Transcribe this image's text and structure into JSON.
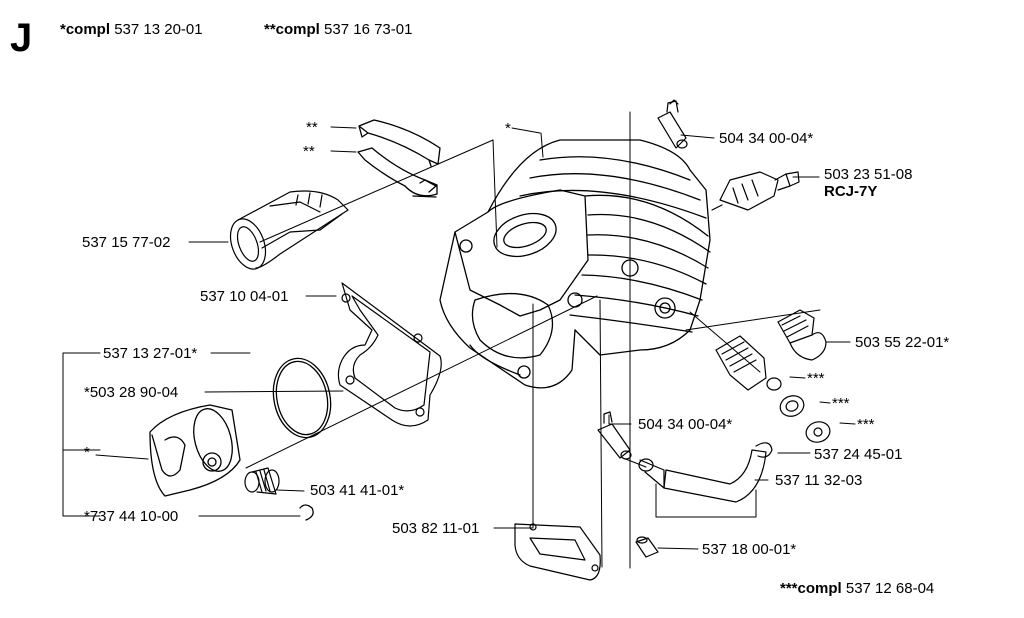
{
  "header": {
    "section_letter": "J",
    "kits": [
      {
        "prefix": "*compl",
        "number": "537 13 20-01"
      },
      {
        "prefix": "**compl",
        "number": "537 16 73-01"
      }
    ]
  },
  "footer": {
    "prefix": "***compl",
    "number": "537 12 68-04"
  },
  "callouts": {
    "star2_a": "**",
    "star2_b": "**",
    "star_cyl": "*",
    "p_537157702": "537 15 77-02",
    "p_537100401": "537 10 04-01",
    "p_537132701": "537 13 27-01*",
    "p_503289004": "*503 28 90-04",
    "star_piston": "*",
    "p_503414101": "503 41 41-01*",
    "p_737441000": "*737 44 10-00",
    "p_503821101": "503 82 11-01",
    "p_504340004_top": "504 34 00-04*",
    "p_503235108": "503 23 51-08",
    "p_rcj7y": "RCJ-7Y",
    "p_503552201": "503 55 22-01*",
    "star3_a": "***",
    "star3_b": "***",
    "star3_c": "***",
    "p_504340004_mid": "504 34 00-04*",
    "p_537244501": "537 24 45-01",
    "p_537113203": "537 11 32-03",
    "p_537180001": "537 18 00-01*"
  }
}
